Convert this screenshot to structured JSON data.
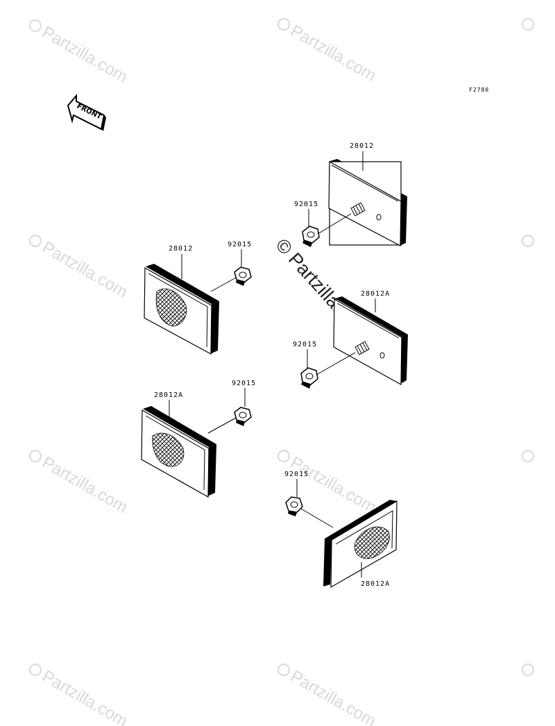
{
  "diagram": {
    "figure_code": "F2780",
    "front_label": "FRONT",
    "watermark": "Partzilla.com",
    "center_watermark": "© Partzilla.com",
    "copyright_symbol": "©",
    "parts": [
      {
        "number": "28012"
      },
      {
        "number": "92015"
      },
      {
        "number": "28012"
      },
      {
        "number": "92015"
      },
      {
        "number": "28012A"
      },
      {
        "number": "92015"
      },
      {
        "number": "28012A"
      },
      {
        "number": "92015"
      },
      {
        "number": "92015"
      },
      {
        "number": "28012A"
      }
    ]
  }
}
